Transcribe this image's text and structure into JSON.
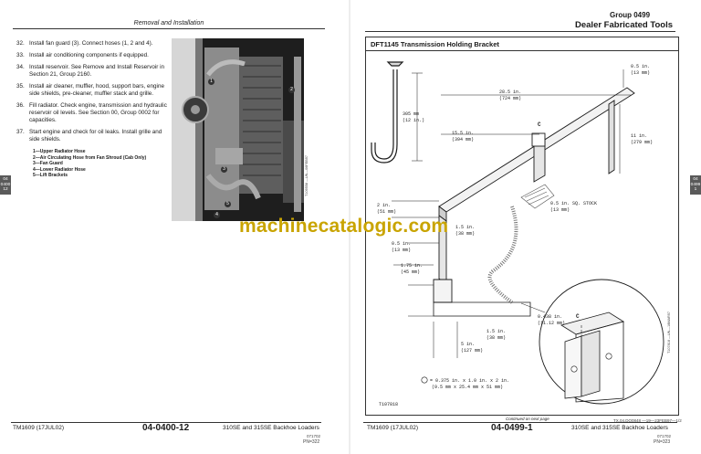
{
  "left_page": {
    "header": "Removal and Installation",
    "steps": [
      {
        "num": "32.",
        "text": "Install fan guard (3). Connect hoses (1, 2 and 4)."
      },
      {
        "num": "33.",
        "text": "Install air conditioning components if equipped."
      },
      {
        "num": "34.",
        "text": "Install reservoir. See Remove and Install Reservoir in Section 21, Group 2160."
      },
      {
        "num": "35.",
        "text": "Install air cleaner, muffler, hood, support bars, engine side shields, pre-cleaner, muffler stack and grille."
      },
      {
        "num": "36.",
        "text": "Fill radiator. Check engine, transmission and hydraulic reservoir oil levels. See Section 00, Group 0002 for capacities."
      },
      {
        "num": "37.",
        "text": "Start engine and check for oil leaks. Install grille and side shields."
      }
    ],
    "legend": [
      "1—Upper Radiator Hose",
      "2—Air Circulating Hose from Fan Shroud (Cab Only)",
      "3—Fan Guard",
      "4—Lower Radiator Hose",
      "5—Lift Brackets"
    ],
    "photo_callouts": [
      "1",
      "2",
      "3",
      "4",
      "5"
    ],
    "photo_id": "T109558 —UN—06FEB97",
    "tab": [
      "04",
      "0400",
      "12"
    ],
    "footer": {
      "manual": "TM1609 (17JUL02)",
      "page": "04-0400-12",
      "product": "310SE and 315SE Backhoe Loaders",
      "small": "071702",
      "pn": "PN=322"
    }
  },
  "right_page": {
    "group": "Group 0499",
    "title": "Dealer Fabricated Tools",
    "box_title": "DFT1145 Transmission Holding Bracket",
    "dims": {
      "d1": "0.5 in.",
      "d1b": "(13 mm)",
      "d2": "28.5 in.",
      "d2b": "(724 mm)",
      "d3": "305 mm",
      "d3b": "(12 in.)",
      "d4": "15.5 in.",
      "d4b": "(394 mm)",
      "d5": "11 in.",
      "d5b": "(279 mm)",
      "d6": "0.5 in. SQ. STOCK",
      "d6b": "(13 mm)",
      "d7": "2 in.",
      "d7b": "(51 mm)",
      "d8": "1.5 in.",
      "d8b": "(38 mm)",
      "d9": "0.5 in.",
      "d9b": "(13 mm)",
      "d10": "1.75 in.",
      "d10b": "(45 mm)",
      "d11": "0.438 in.",
      "d11b": "(11.12 mm)",
      "d12": "1.5 in.",
      "d12b": "(38 mm)",
      "d13": "5 in.",
      "d13b": "(127 mm)"
    },
    "center_mark": "C",
    "note_line1": "= 0.375 in. x 1.0 in. x 2 in.",
    "note_line2": "(9.5 mm x 25.4 mm x 51 mm)",
    "figure_id": "T107818",
    "side_id": "T107818 —UN—18MAR97",
    "continued": "Continued on next page",
    "small_ref": "TX,04,DQ0848    —19—23FEB97—1/2",
    "tab": [
      "04",
      "0499",
      "1"
    ],
    "footer": {
      "manual": "TM1609 (17JUL02)",
      "page": "04-0499-1",
      "product": "310SE and 315SE Backhoe Loaders",
      "small": "071702",
      "pn": "PN=323"
    }
  },
  "watermark": "machinecatalogic.com"
}
